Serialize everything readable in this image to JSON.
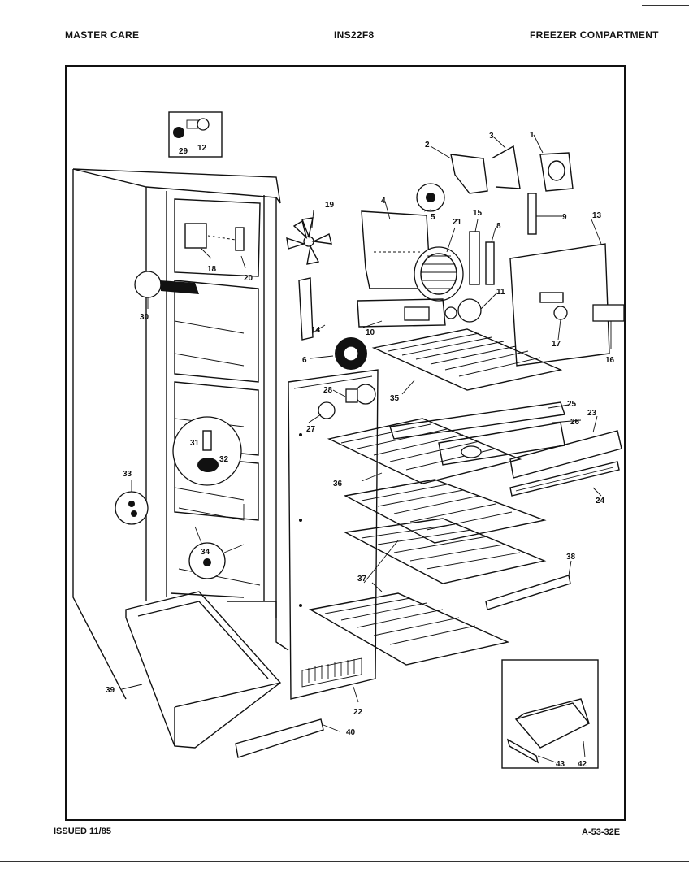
{
  "header": {
    "brand": "MASTER CARE",
    "model": "INS22F8",
    "section": "FREEZER COMPARTMENT"
  },
  "footer": {
    "issued": "ISSUED 11/85",
    "code": "A-53-32E"
  },
  "diagram": {
    "callouts": [
      "1",
      "2",
      "3",
      "4",
      "5",
      "6",
      "8",
      "9",
      "10",
      "11",
      "12",
      "13",
      "14",
      "15",
      "16",
      "17",
      "18",
      "19",
      "20",
      "21",
      "22",
      "23",
      "24",
      "25",
      "26",
      "27",
      "28",
      "29",
      "30",
      "31",
      "32",
      "33",
      "34",
      "35",
      "36",
      "37",
      "38",
      "39",
      "40",
      "42",
      "43"
    ]
  }
}
